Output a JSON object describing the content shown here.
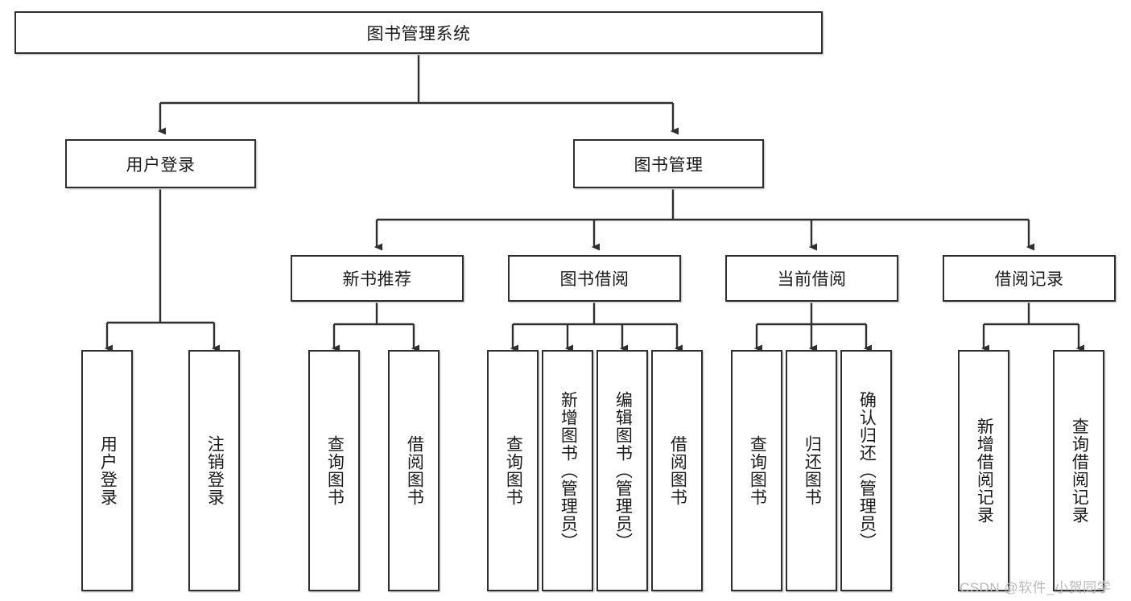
{
  "diagram": {
    "type": "tree-hierarchy",
    "title": "图书管理系统",
    "watermark": "CSDN @软件_小贺同学",
    "colors": {
      "box_border": "#2f2f2f",
      "box_fill": "#ffffff",
      "edge": "#2f2f2f",
      "text": "#1a1a1a",
      "watermark": "#b9b9b9",
      "background": "#ffffff"
    },
    "nodes": {
      "root": {
        "label": "图书管理系统"
      },
      "level2": [
        {
          "id": "user-login",
          "label": "用户登录"
        },
        {
          "id": "book-manage",
          "label": "图书管理"
        }
      ],
      "level3": [
        {
          "id": "new-book-rec",
          "label": "新书推荐"
        },
        {
          "id": "book-borrow",
          "label": "图书借阅"
        },
        {
          "id": "current-borrow",
          "label": "当前借阅"
        },
        {
          "id": "borrow-record",
          "label": "借阅记录"
        }
      ],
      "leaves": {
        "user_login": [
          {
            "id": "leaf-user-login",
            "label": "用户登录"
          },
          {
            "id": "leaf-logout",
            "label": "注销登录"
          }
        ],
        "new_book_rec": [
          {
            "id": "leaf-query-book-1",
            "label": "查询图书"
          },
          {
            "id": "leaf-borrow-book-1",
            "label": "借阅图书"
          }
        ],
        "book_borrow": [
          {
            "id": "leaf-query-book-2",
            "label": "查询图书"
          },
          {
            "id": "leaf-add-book",
            "label": "新增图书（管理员）"
          },
          {
            "id": "leaf-edit-book",
            "label": "编辑图书（管理员）"
          },
          {
            "id": "leaf-borrow-book-2",
            "label": "借阅图书"
          }
        ],
        "current_borrow": [
          {
            "id": "leaf-query-book-3",
            "label": "查询图书"
          },
          {
            "id": "leaf-return-book",
            "label": "归还图书"
          },
          {
            "id": "leaf-confirm-return",
            "label": "确认归还（管理员）"
          }
        ],
        "borrow_record": [
          {
            "id": "leaf-add-record",
            "label": "新增借阅记录"
          },
          {
            "id": "leaf-query-record",
            "label": "查询借阅记录"
          }
        ]
      }
    }
  }
}
